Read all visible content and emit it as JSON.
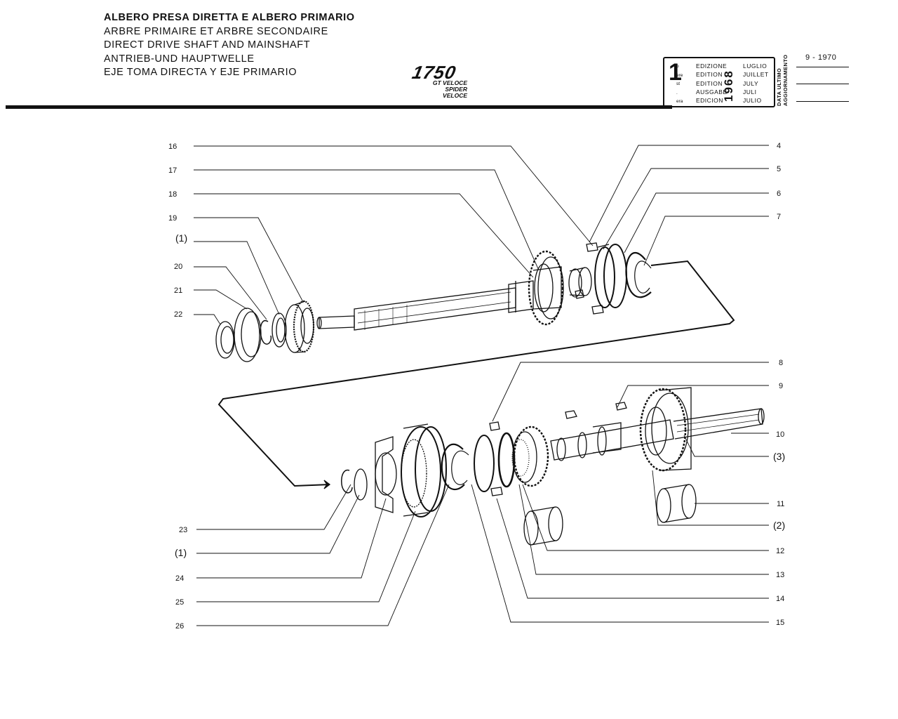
{
  "titles": [
    "ALBERO PRESA DIRETTA E ALBERO PRIMARIO",
    "ARBRE PRIMAIRE ET ARBRE SECONDAIRE",
    "DIRECT DRIVE SHAFT AND MAINSHAFT",
    "ANTRIEB-UND HAUPTWELLE",
    "EJE TOMA DIRECTA Y EJE PRIMARIO"
  ],
  "model": {
    "number": "1750",
    "line1": "GT VELOCE",
    "line2": "SPIDER VELOCE"
  },
  "edition": {
    "number": "1",
    "ordinals": [
      "o",
      "ere",
      "st",
      ".",
      "era"
    ],
    "words": [
      "EDIZIONE",
      "EDITION",
      "EDITION",
      "AUSGABE",
      "EDICION"
    ],
    "year": "1968",
    "months": [
      "LUGLIO",
      "JUILLET",
      "JULY",
      "JULI",
      "JULIO"
    ]
  },
  "update": {
    "label1": "DATA ULTIMO",
    "label2": "AGGIORNAMENTO",
    "date": "9 - 1970"
  },
  "callouts": {
    "left": [
      "16",
      "17",
      "18",
      "19",
      "(1)",
      "20",
      "21",
      "22",
      "23",
      "(1)",
      "24",
      "25",
      "26"
    ],
    "right": [
      "4",
      "5",
      "6",
      "7",
      "8",
      "9",
      "10",
      "(3)",
      "11",
      "(2)",
      "12",
      "13",
      "14",
      "15"
    ]
  }
}
